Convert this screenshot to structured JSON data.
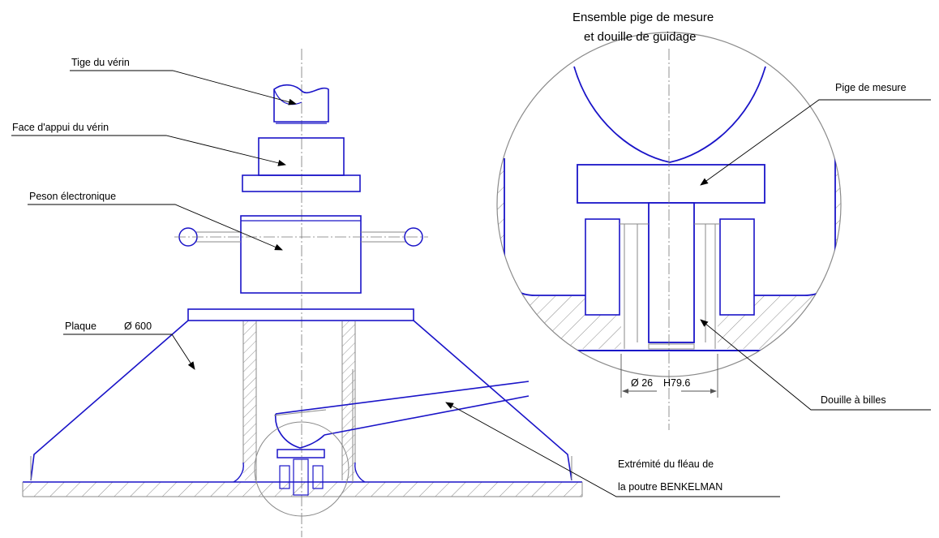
{
  "labels": {
    "tige": "Tige du vérin",
    "face": "Face d'appui du vérin",
    "peson": "Peson électronique",
    "plaque": "Plaque",
    "plaque_dim": "Ø 600",
    "fleau_line1": "Extrémité du fléau de",
    "fleau_line2": "la poutre BENKELMAN",
    "detail_title_line1": "Ensemble pige de mesure",
    "detail_title_line2": "et douille de guidage",
    "pige": "Pige de mesure",
    "douille": "Douille à billes",
    "dim_diam": "Ø 26",
    "dim_fit": "H79.6"
  },
  "colors": {
    "line_blue": "#1a14c8",
    "hatch_gray": "#8a8a8a",
    "text": "#000000"
  }
}
